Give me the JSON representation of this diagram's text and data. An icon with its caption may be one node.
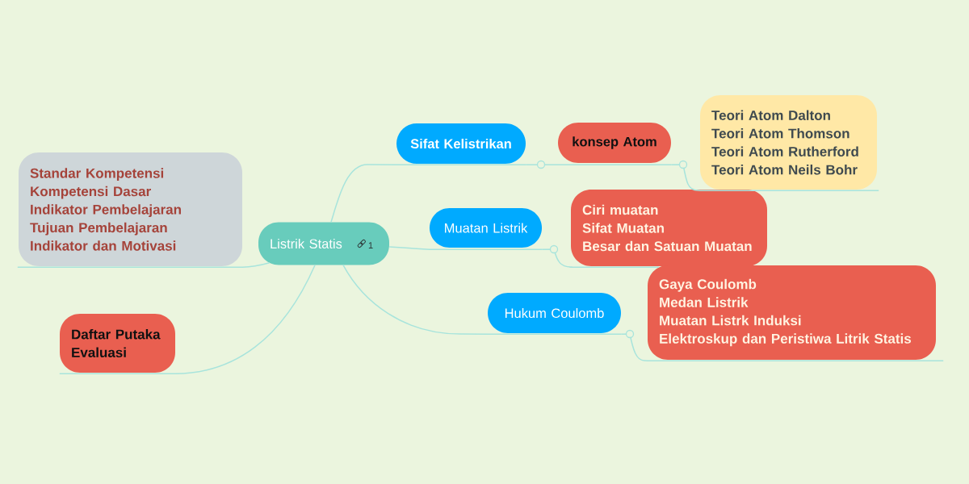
{
  "diagram": {
    "nodes": [
      {
        "text": [
          "Listrik Statis",
          "1"
        ]
      },
      {
        "text": [
          "Sifat Kelistrikan"
        ]
      },
      {
        "text": [
          "konsep Atom"
        ]
      },
      {
        "text": [
          "Teori Atom Dalton",
          "Teori Atom Thomson",
          "Teori Atom Rutherford",
          "Teori Atom Neils Bohr"
        ]
      },
      {
        "text": [
          "Muatan Listrik"
        ]
      },
      {
        "text": [
          "Ciri muatan",
          "Sifat Muatan",
          "Besar dan Satuan Muatan"
        ]
      },
      {
        "text": [
          "Hukum Coulomb"
        ]
      },
      {
        "text": [
          "Gaya Coulomb",
          "Medan Listrik",
          "Muatan Listrk Induksi",
          "Elektroskup dan Peristiwa Litrik Statis"
        ]
      },
      {
        "text": [
          "Standar Kompetensi",
          "Kompetensi Dasar",
          "Indikator Pembelajaran",
          "Tujuan Pembelajaran",
          "Indikator dan Motivasi"
        ]
      },
      {
        "text": [
          "Daftar Putaka",
          "Evaluasi"
        ]
      }
    ],
    "edges": [
      {
        "from": 0,
        "to": 1,
        "arrow": "none"
      },
      {
        "from": 1,
        "to": 2,
        "arrow": "none"
      },
      {
        "from": 2,
        "to": 3,
        "arrow": "none"
      },
      {
        "from": 0,
        "to": 4,
        "arrow": "none"
      },
      {
        "from": 4,
        "to": 5,
        "arrow": "none"
      },
      {
        "from": 0,
        "to": 6,
        "arrow": "none"
      },
      {
        "from": 6,
        "to": 7,
        "arrow": "none"
      },
      {
        "from": 0,
        "to": 8,
        "arrow": "none"
      },
      {
        "from": 0,
        "to": 9,
        "arrow": "none"
      }
    ]
  }
}
